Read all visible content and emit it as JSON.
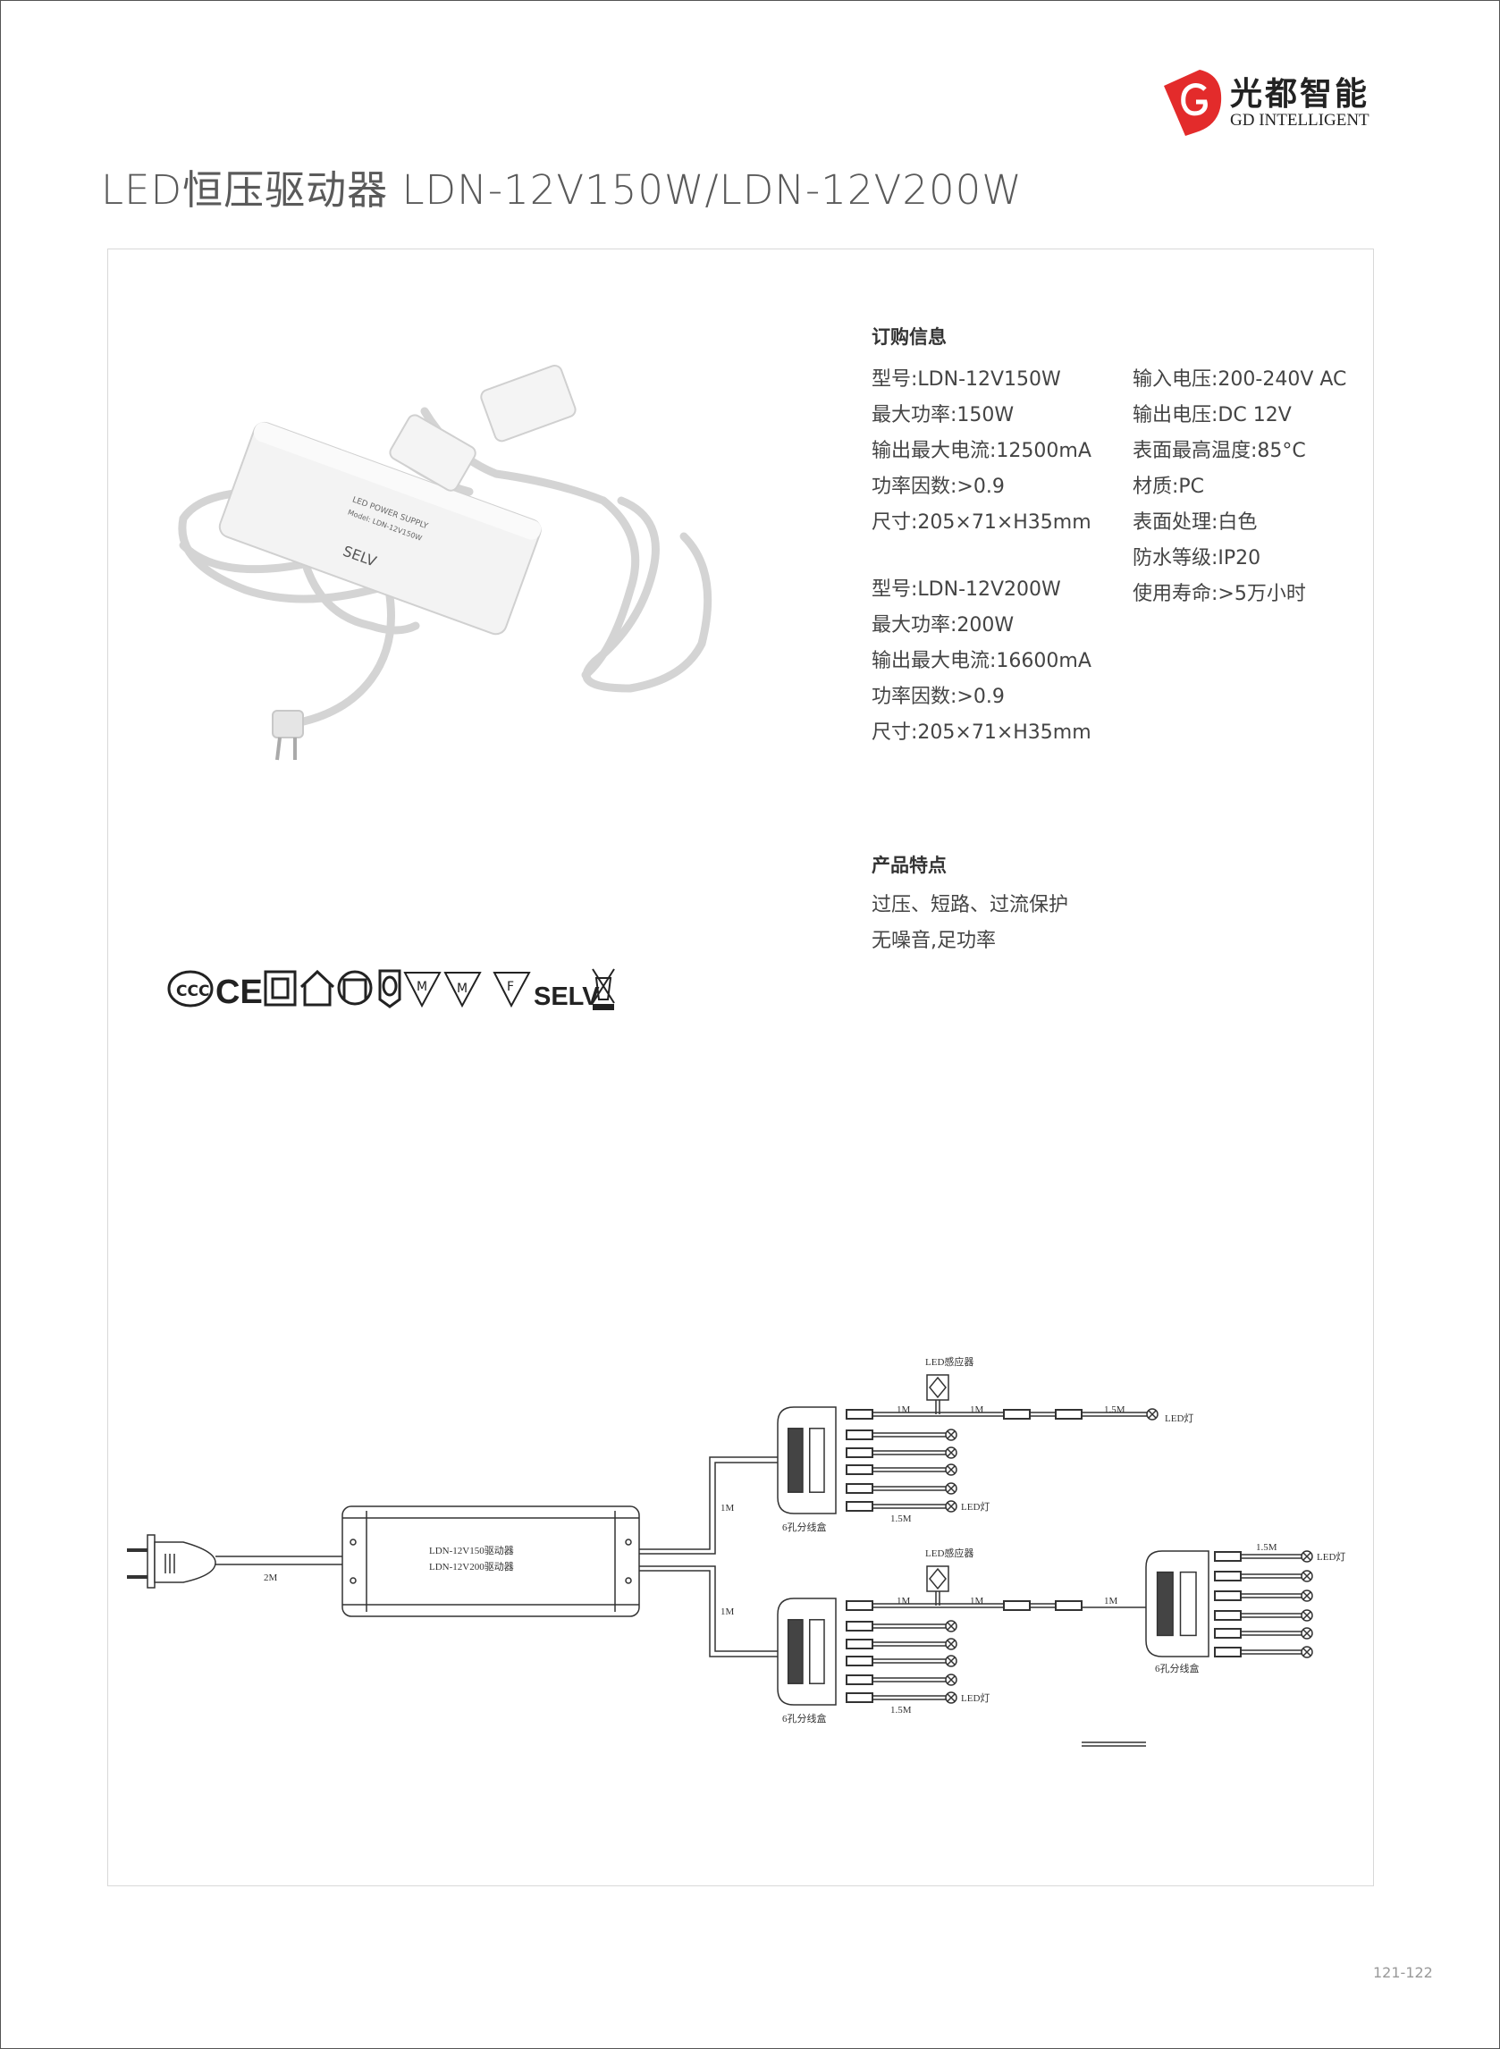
{
  "brand": {
    "name_cn": "光都智能",
    "name_en": "GD INTELLIGENT",
    "color": "#e32b2b"
  },
  "title": "LED恒压驱动器 LDN-12V150W/LDN-12V200W",
  "order_info": {
    "heading": "订购信息",
    "model_150": [
      "型号:LDN-12V150W",
      "最大功率:150W",
      "输出最大电流:12500mA",
      "功率因数:>0.9",
      "尺寸:205×71×H35mm"
    ],
    "model_200": [
      "型号:LDN-12V200W",
      "最大功率:200W",
      "输出最大电流:16600mA",
      "功率因数:>0.9",
      "尺寸:205×71×H35mm"
    ],
    "common": [
      "输入电压:200-240V  AC",
      "输出电压:DC 12V",
      "表面最高温度:85°C",
      "材质:PC",
      "表面处理:白色",
      "防水等级:IP20",
      "使用寿命:>5万小时"
    ]
  },
  "features": {
    "heading": "产品特点",
    "items": [
      "过压、短路、过流保护",
      "无噪音,足功率"
    ]
  },
  "certifications": {
    "ccc": "CCC",
    "ce": "CE",
    "m1": "M",
    "m2": "M",
    "f": "F",
    "selv": "SELV"
  },
  "photo_label": {
    "line1": "LED POWER SUPPLY",
    "line2": "Model: LDN-12V150W",
    "selv": "SELV"
  },
  "diagram": {
    "driver_line1": "LDN-12V150驱动器",
    "driver_line2": "LDN-12V200驱动器",
    "plug_cable": "2M",
    "branch_upper": "1M",
    "branch_lower": "1M",
    "sensor": "LED感应器",
    "sensor_in": "1M",
    "sensor_out": "1M",
    "lamp_cable": "1.5M",
    "lamp": "LED灯",
    "box": "6孔分线盒",
    "ext_cable": "1M"
  },
  "page_number": "121-122"
}
